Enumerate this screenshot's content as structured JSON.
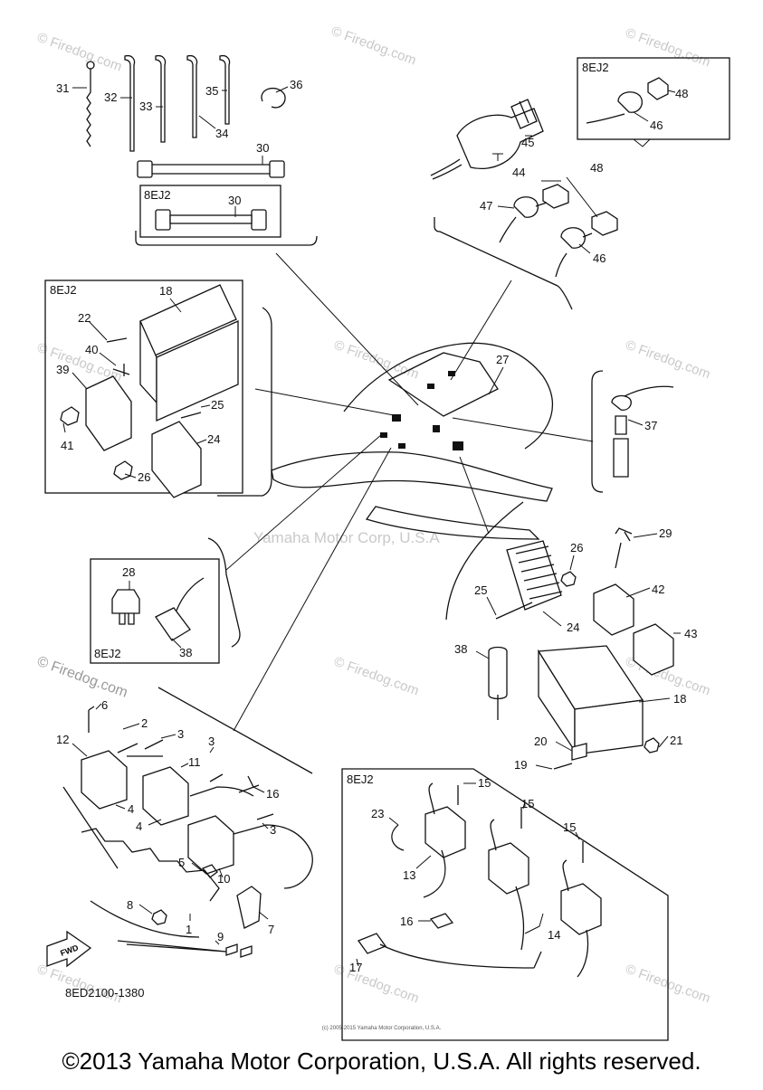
{
  "watermark": {
    "tile": "© Firedog.com",
    "center": "Yamaha Motor Corp, U.S.A",
    "side": "© Firedog.com"
  },
  "box_tags": {
    "top_left": "8EJ2",
    "top_right": "8EJ2",
    "mid_left": "8EJ2",
    "small_left": "8EJ2",
    "bottom_right": "8EJ2"
  },
  "part_code": "8ED2100-1380",
  "fwd_label": "FWD",
  "micro_copyright": "(c) 2005-2015 Yamaha Motor Corporation, U.S.A.",
  "footer": "©2013 Yamaha Motor Corporation, U.S.A. All rights reserved.",
  "labels": {
    "p1": "1",
    "p2": "2",
    "p3a": "3",
    "p3b": "3",
    "p3c": "3",
    "p4a": "4",
    "p4b": "4",
    "p5": "5",
    "p6": "6",
    "p7": "7",
    "p8": "8",
    "p9": "9",
    "p10": "10",
    "p11": "11",
    "p12": "12",
    "p13": "13",
    "p14": "14",
    "p15a": "15",
    "p15b": "15",
    "p15c": "15",
    "p16a": "16",
    "p16b": "16",
    "p17": "17",
    "p18a": "18",
    "p18b": "18",
    "p19": "19",
    "p20": "20",
    "p21": "21",
    "p22": "22",
    "p23": "23",
    "p24a": "24",
    "p24b": "24",
    "p25a": "25",
    "p25b": "25",
    "p26a": "26",
    "p26b": "26",
    "p27": "27",
    "p28": "28",
    "p29": "29",
    "p30a": "30",
    "p30b": "30",
    "p31": "31",
    "p32": "32",
    "p33": "33",
    "p34": "34",
    "p35": "35",
    "p36": "36",
    "p37": "37",
    "p38a": "38",
    "p38b": "38",
    "p39": "39",
    "p40": "40",
    "p41": "41",
    "p42": "42",
    "p43": "43",
    "p44": "44",
    "p45": "45",
    "p46a": "46",
    "p46b": "46",
    "p47": "47",
    "p48a": "48",
    "p48b": "48"
  }
}
